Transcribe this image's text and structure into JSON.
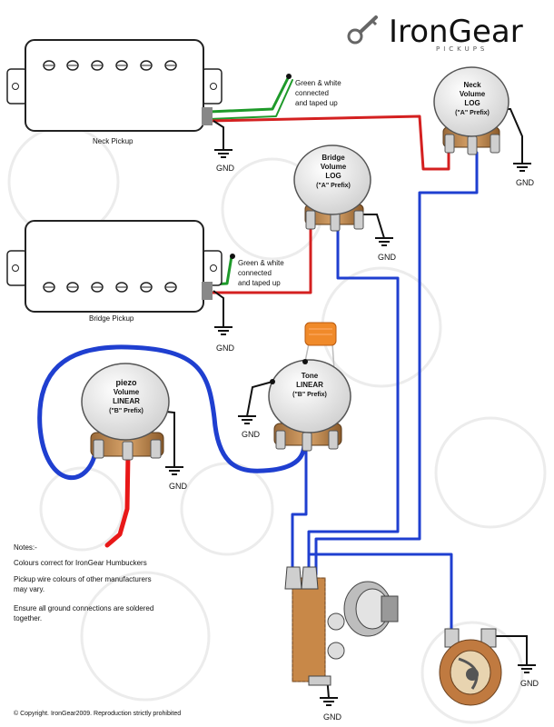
{
  "brand": {
    "name": "IronGear",
    "tagline": "PICKUPS"
  },
  "pickups": {
    "neck": "Neck Pickup",
    "bridge": "Bridge Pickup"
  },
  "wire_notes": {
    "neck": [
      "Green & white",
      "connected",
      "and taped up"
    ],
    "bridge": [
      "Green & white",
      "connected",
      "and taped up"
    ]
  },
  "pots": {
    "neck_volume": [
      "Neck",
      "Volume",
      "LOG",
      "(\"A\" Prefix)"
    ],
    "bridge_volume": [
      "Bridge",
      "Volume",
      "LOG",
      "(\"A\" Prefix)"
    ],
    "piezo_volume": [
      "piezo",
      "Volume",
      "LINEAR",
      "(\"B\" Prefix)"
    ],
    "tone": [
      "Tone",
      "LINEAR",
      "(\"B\" Prefix)"
    ]
  },
  "ground_label": "GND",
  "notes": {
    "heading": "Notes:-",
    "lines": [
      "Colours correct for IronGear Humbuckers",
      "Pickup wire colours of other manufacturers",
      "may vary.",
      "Ensure all ground connections are soldered",
      "together."
    ]
  },
  "copyright": "© Copyright. IronGear2009. Reproduction strictly prohibited",
  "colors": {
    "hot_wire": "#d42020",
    "signal_wire": "#1f3fd0",
    "green_wire": "#1e9a2a",
    "ground": "#111111",
    "capacitor": "#f08a2a",
    "pot_body": "#e6e6e6",
    "lug": "#c9c9c9",
    "jack_brown": "#b7763c",
    "watermark": "#ececec"
  }
}
